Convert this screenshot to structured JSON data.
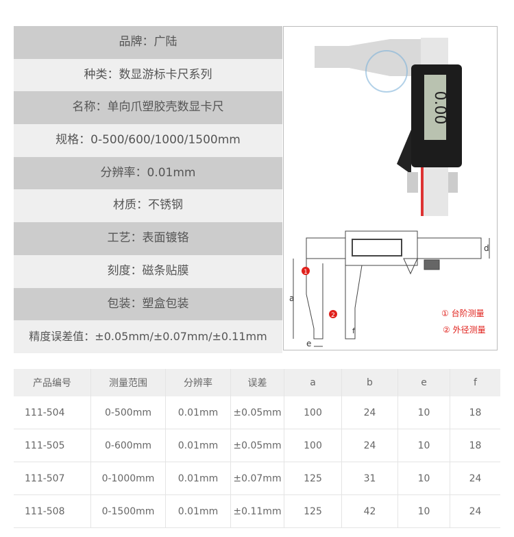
{
  "specs": [
    "品牌：广陆",
    "种类：数显游标卡尺系列",
    "名称：单向爪塑胶壳数显卡尺",
    "规格：0-500/600/1000/1500mm",
    "分辨率：0.01mm",
    "材质：不锈钢",
    "工艺：表面镀铬",
    "刻度：磁条贴膜",
    "包装：塑盒包装",
    "精度误差值：±0.05mm/±0.07mm/±0.11mm"
  ],
  "diagram": {
    "legend1": "① 台阶测量",
    "legend2": "② 外径测量",
    "marker1": "1",
    "marker2": "2",
    "dim_a": "a",
    "dim_d": "d",
    "dim_e": "e",
    "dim_f": "f",
    "display": "0.00",
    "accent": "#e0201b"
  },
  "table": {
    "headers": [
      "产品编号",
      "测量范围",
      "分辨率",
      "误差",
      "a",
      "b",
      "e",
      "f"
    ],
    "rows": [
      [
        "111-504",
        "0-500mm",
        "0.01mm",
        "±0.05mm",
        "100",
        "24",
        "10",
        "18"
      ],
      [
        "111-505",
        "0-600mm",
        "0.01mm",
        "±0.05mm",
        "100",
        "24",
        "10",
        "18"
      ],
      [
        "111-507",
        "0-1000mm",
        "0.01mm",
        "±0.07mm",
        "125",
        "31",
        "10",
        "24"
      ],
      [
        "111-508",
        "0-1500mm",
        "0.01mm",
        "±0.11mm",
        "125",
        "42",
        "10",
        "24"
      ]
    ]
  }
}
